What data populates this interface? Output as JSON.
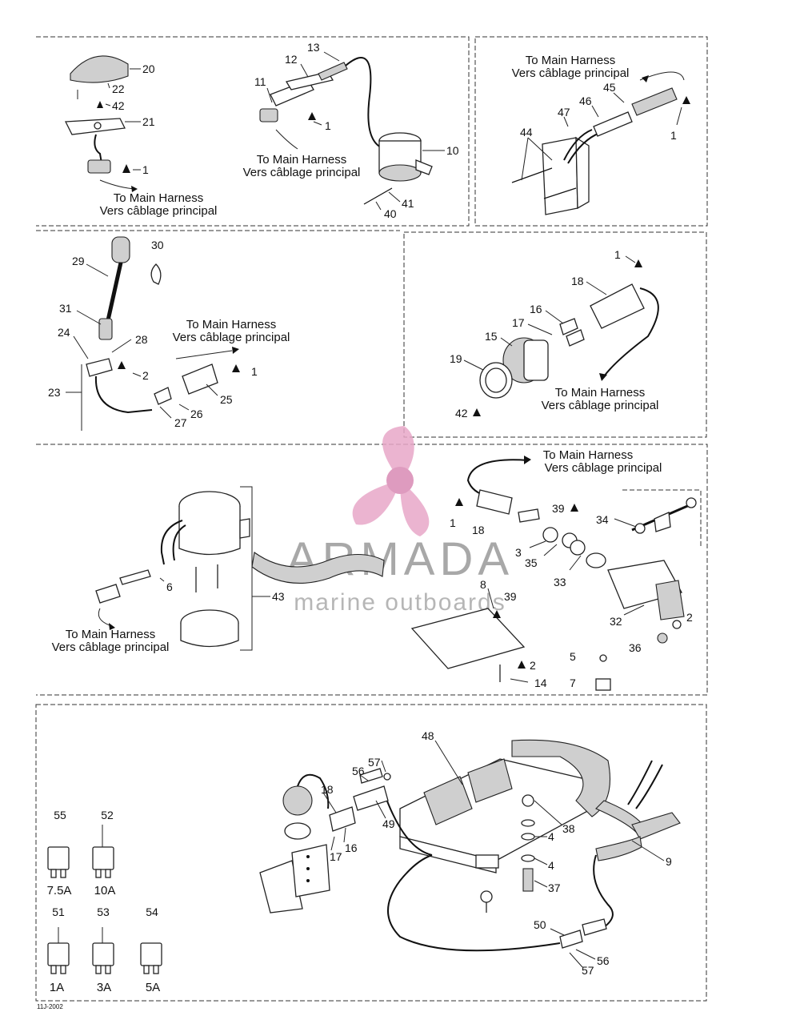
{
  "harness_label": {
    "en": "To Main Harness",
    "fr": "Vers câblage principal"
  },
  "watermark": {
    "brand": "ARMADA",
    "tagline": "marine outboards",
    "color": "#e8a8c8"
  },
  "callouts": [
    "1",
    "2",
    "3",
    "4",
    "5",
    "6",
    "7",
    "8",
    "9",
    "10",
    "11",
    "12",
    "13",
    "14",
    "15",
    "16",
    "17",
    "18",
    "19",
    "20",
    "21",
    "22",
    "23",
    "24",
    "25",
    "26",
    "27",
    "28",
    "29",
    "30",
    "31",
    "32",
    "33",
    "34",
    "35",
    "36",
    "37",
    "38",
    "39",
    "40",
    "41",
    "42",
    "43",
    "44",
    "45",
    "46",
    "47",
    "48",
    "49",
    "50",
    "51",
    "52",
    "53",
    "54",
    "55",
    "56",
    "57"
  ],
  "fuses": [
    {
      "callout": "55",
      "rating": "7.5A"
    },
    {
      "callout": "52",
      "rating": "10A"
    },
    {
      "callout": "51",
      "rating": "1A"
    },
    {
      "callout": "53",
      "rating": "3A"
    },
    {
      "callout": "54",
      "rating": "5A"
    }
  ],
  "figure_code": "11J-2002"
}
